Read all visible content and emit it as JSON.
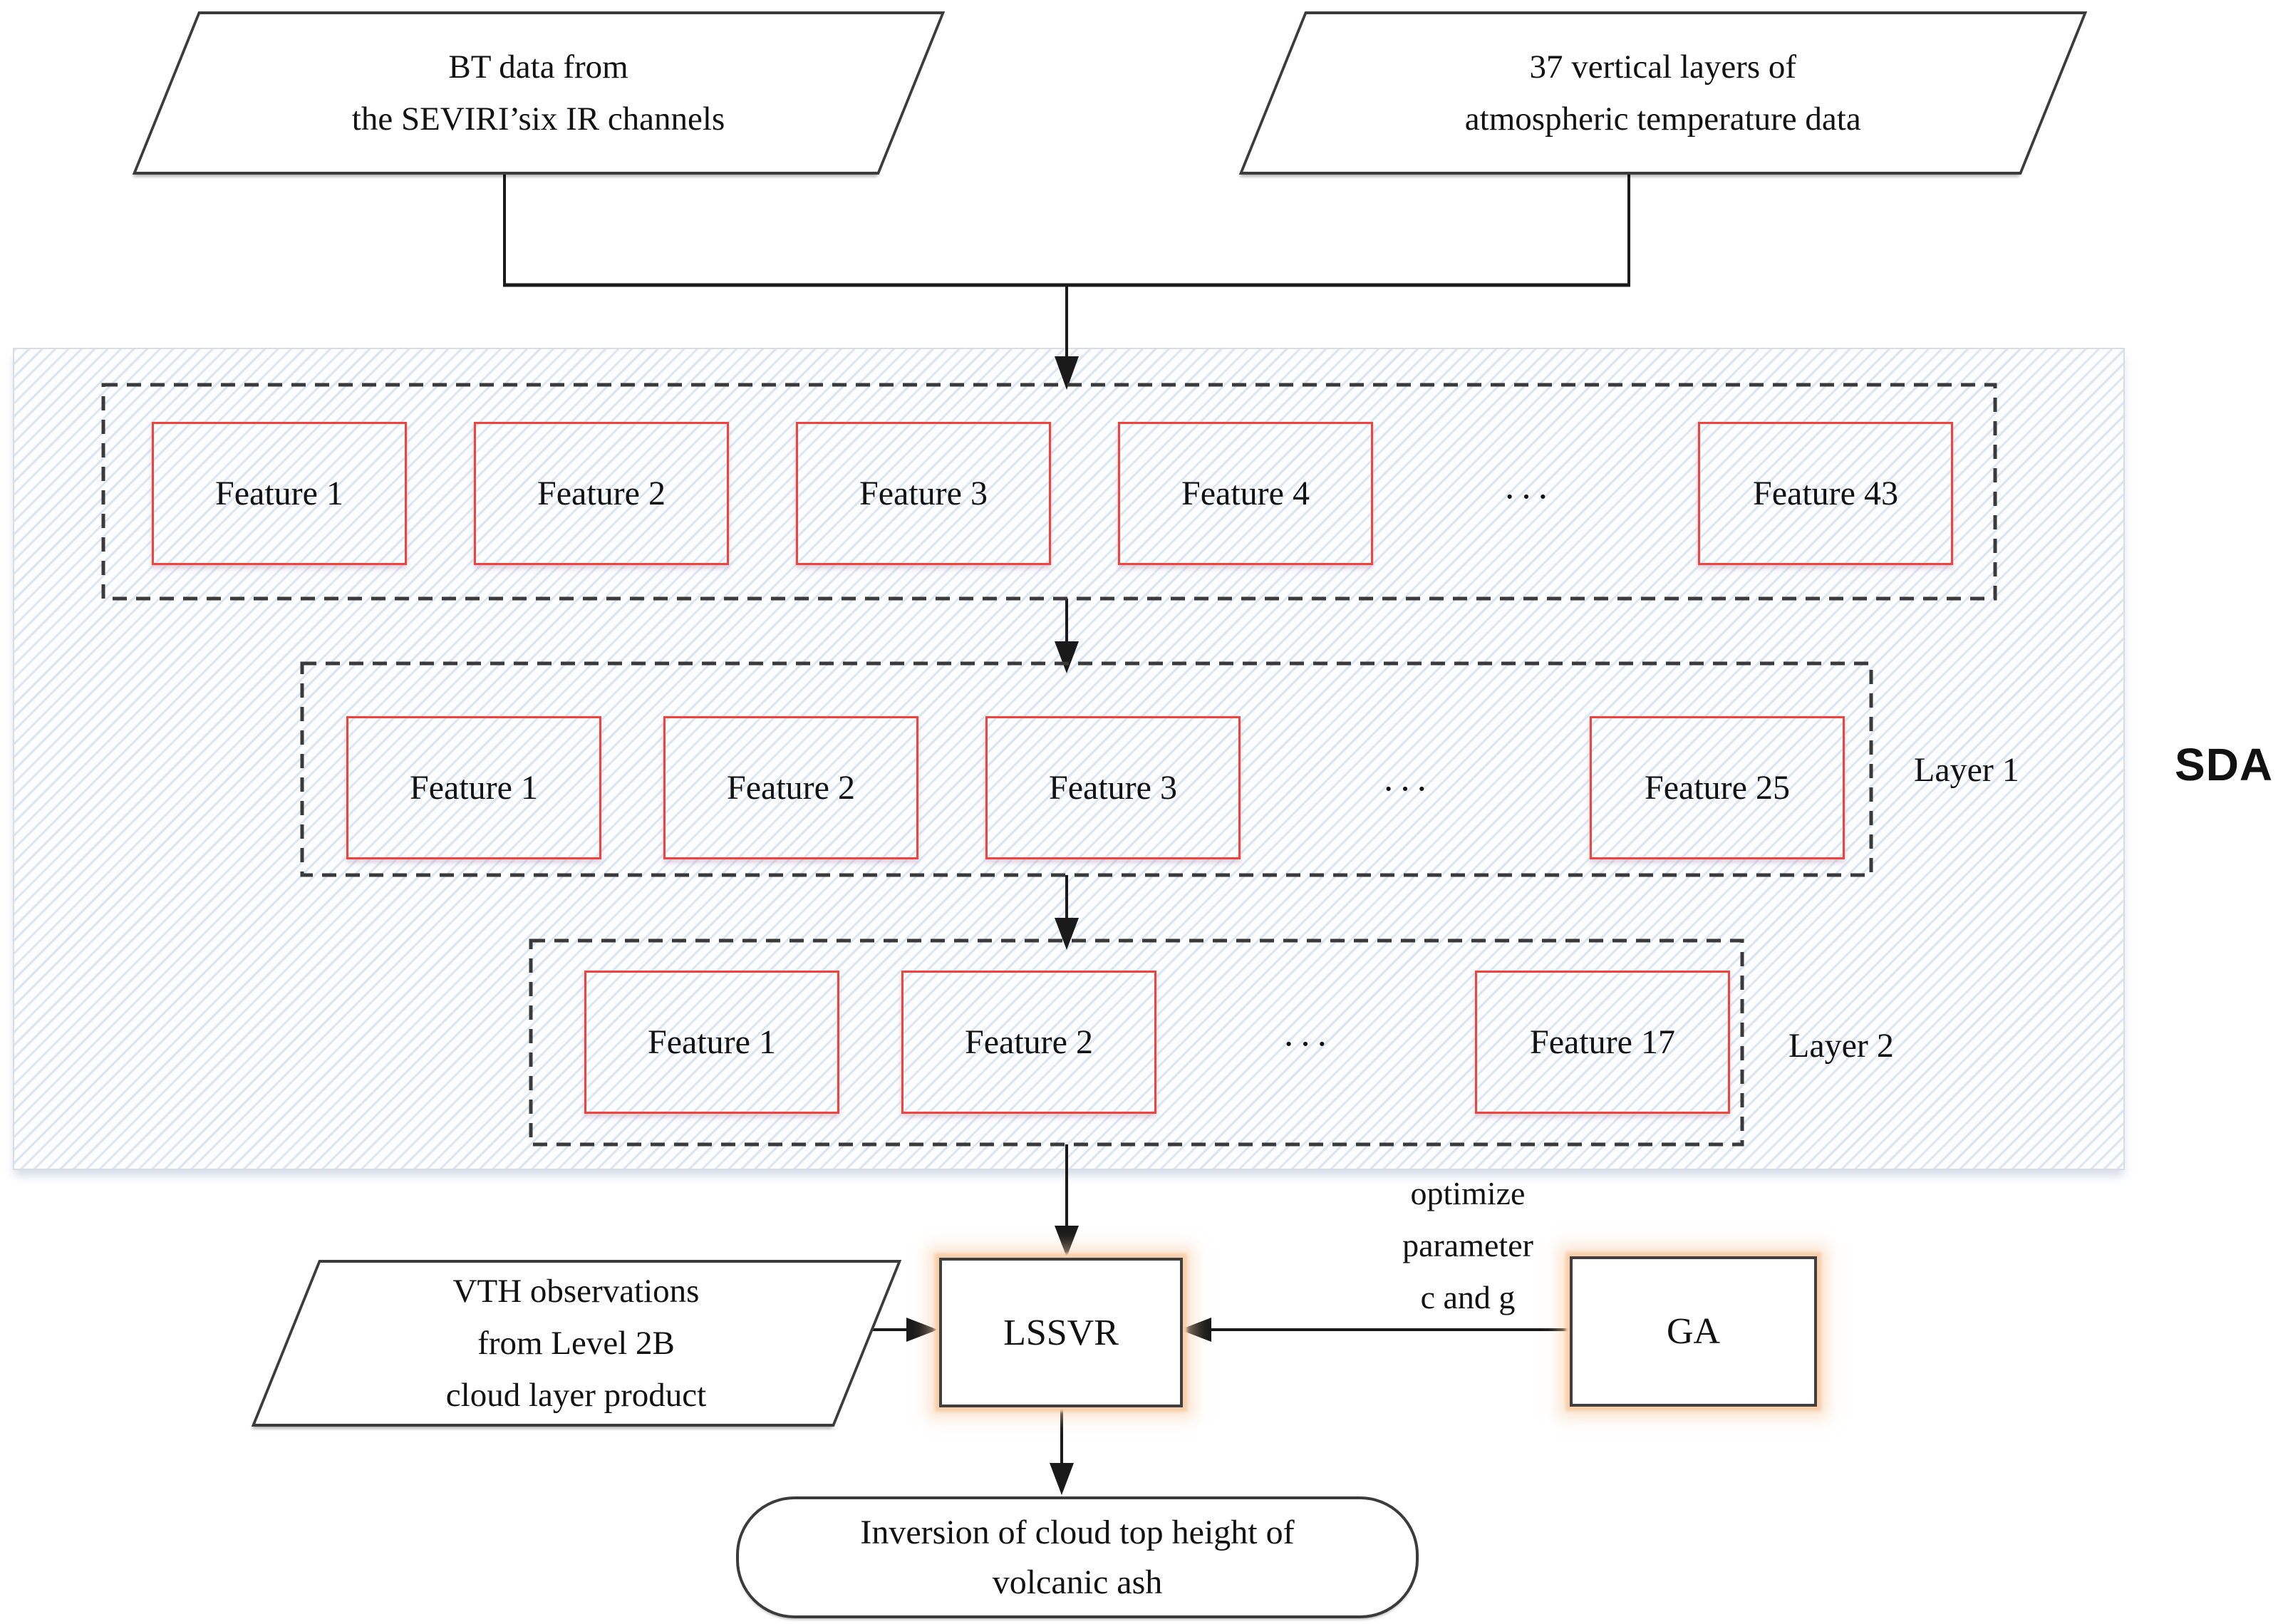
{
  "inputs": {
    "bt": {
      "line1": "BT data from",
      "line2": "the SEVIRI’six IR channels"
    },
    "atmos": {
      "line1": "37 vertical layers of",
      "line2": "atmospheric temperature data"
    }
  },
  "sda": {
    "label": "SDA",
    "rows": [
      {
        "features": [
          "Feature 1",
          "Feature 2",
          "Feature 3",
          "Feature 4",
          "Feature 43"
        ],
        "ellipsis": "···",
        "layer_label": ""
      },
      {
        "features": [
          "Feature 1",
          "Feature 2",
          "Feature 3",
          "Feature 25"
        ],
        "ellipsis": "···",
        "layer_label": "Layer 1"
      },
      {
        "features": [
          "Feature 1",
          "Feature 2",
          "Feature 17"
        ],
        "ellipsis": "···",
        "layer_label": "Layer 2"
      }
    ]
  },
  "vth": {
    "line1": "VTH observations",
    "line2": "from Level 2B",
    "line3": "cloud layer product"
  },
  "lssvr": {
    "label": "LSSVR"
  },
  "ga": {
    "label": "GA",
    "annotation": {
      "line1": "optimize",
      "line2": "parameter",
      "line3": "c and g"
    }
  },
  "output": {
    "line1": "Inversion of cloud top height of",
    "line2": "volcanic ash"
  },
  "colors": {
    "feature_border": "#f2423c",
    "glow": "#f7cfab",
    "hatch_line": "#dbe5f2",
    "dash_border": "#3a3a3a",
    "connector": "#1a1a1a",
    "region_border": "#d9dde3"
  }
}
